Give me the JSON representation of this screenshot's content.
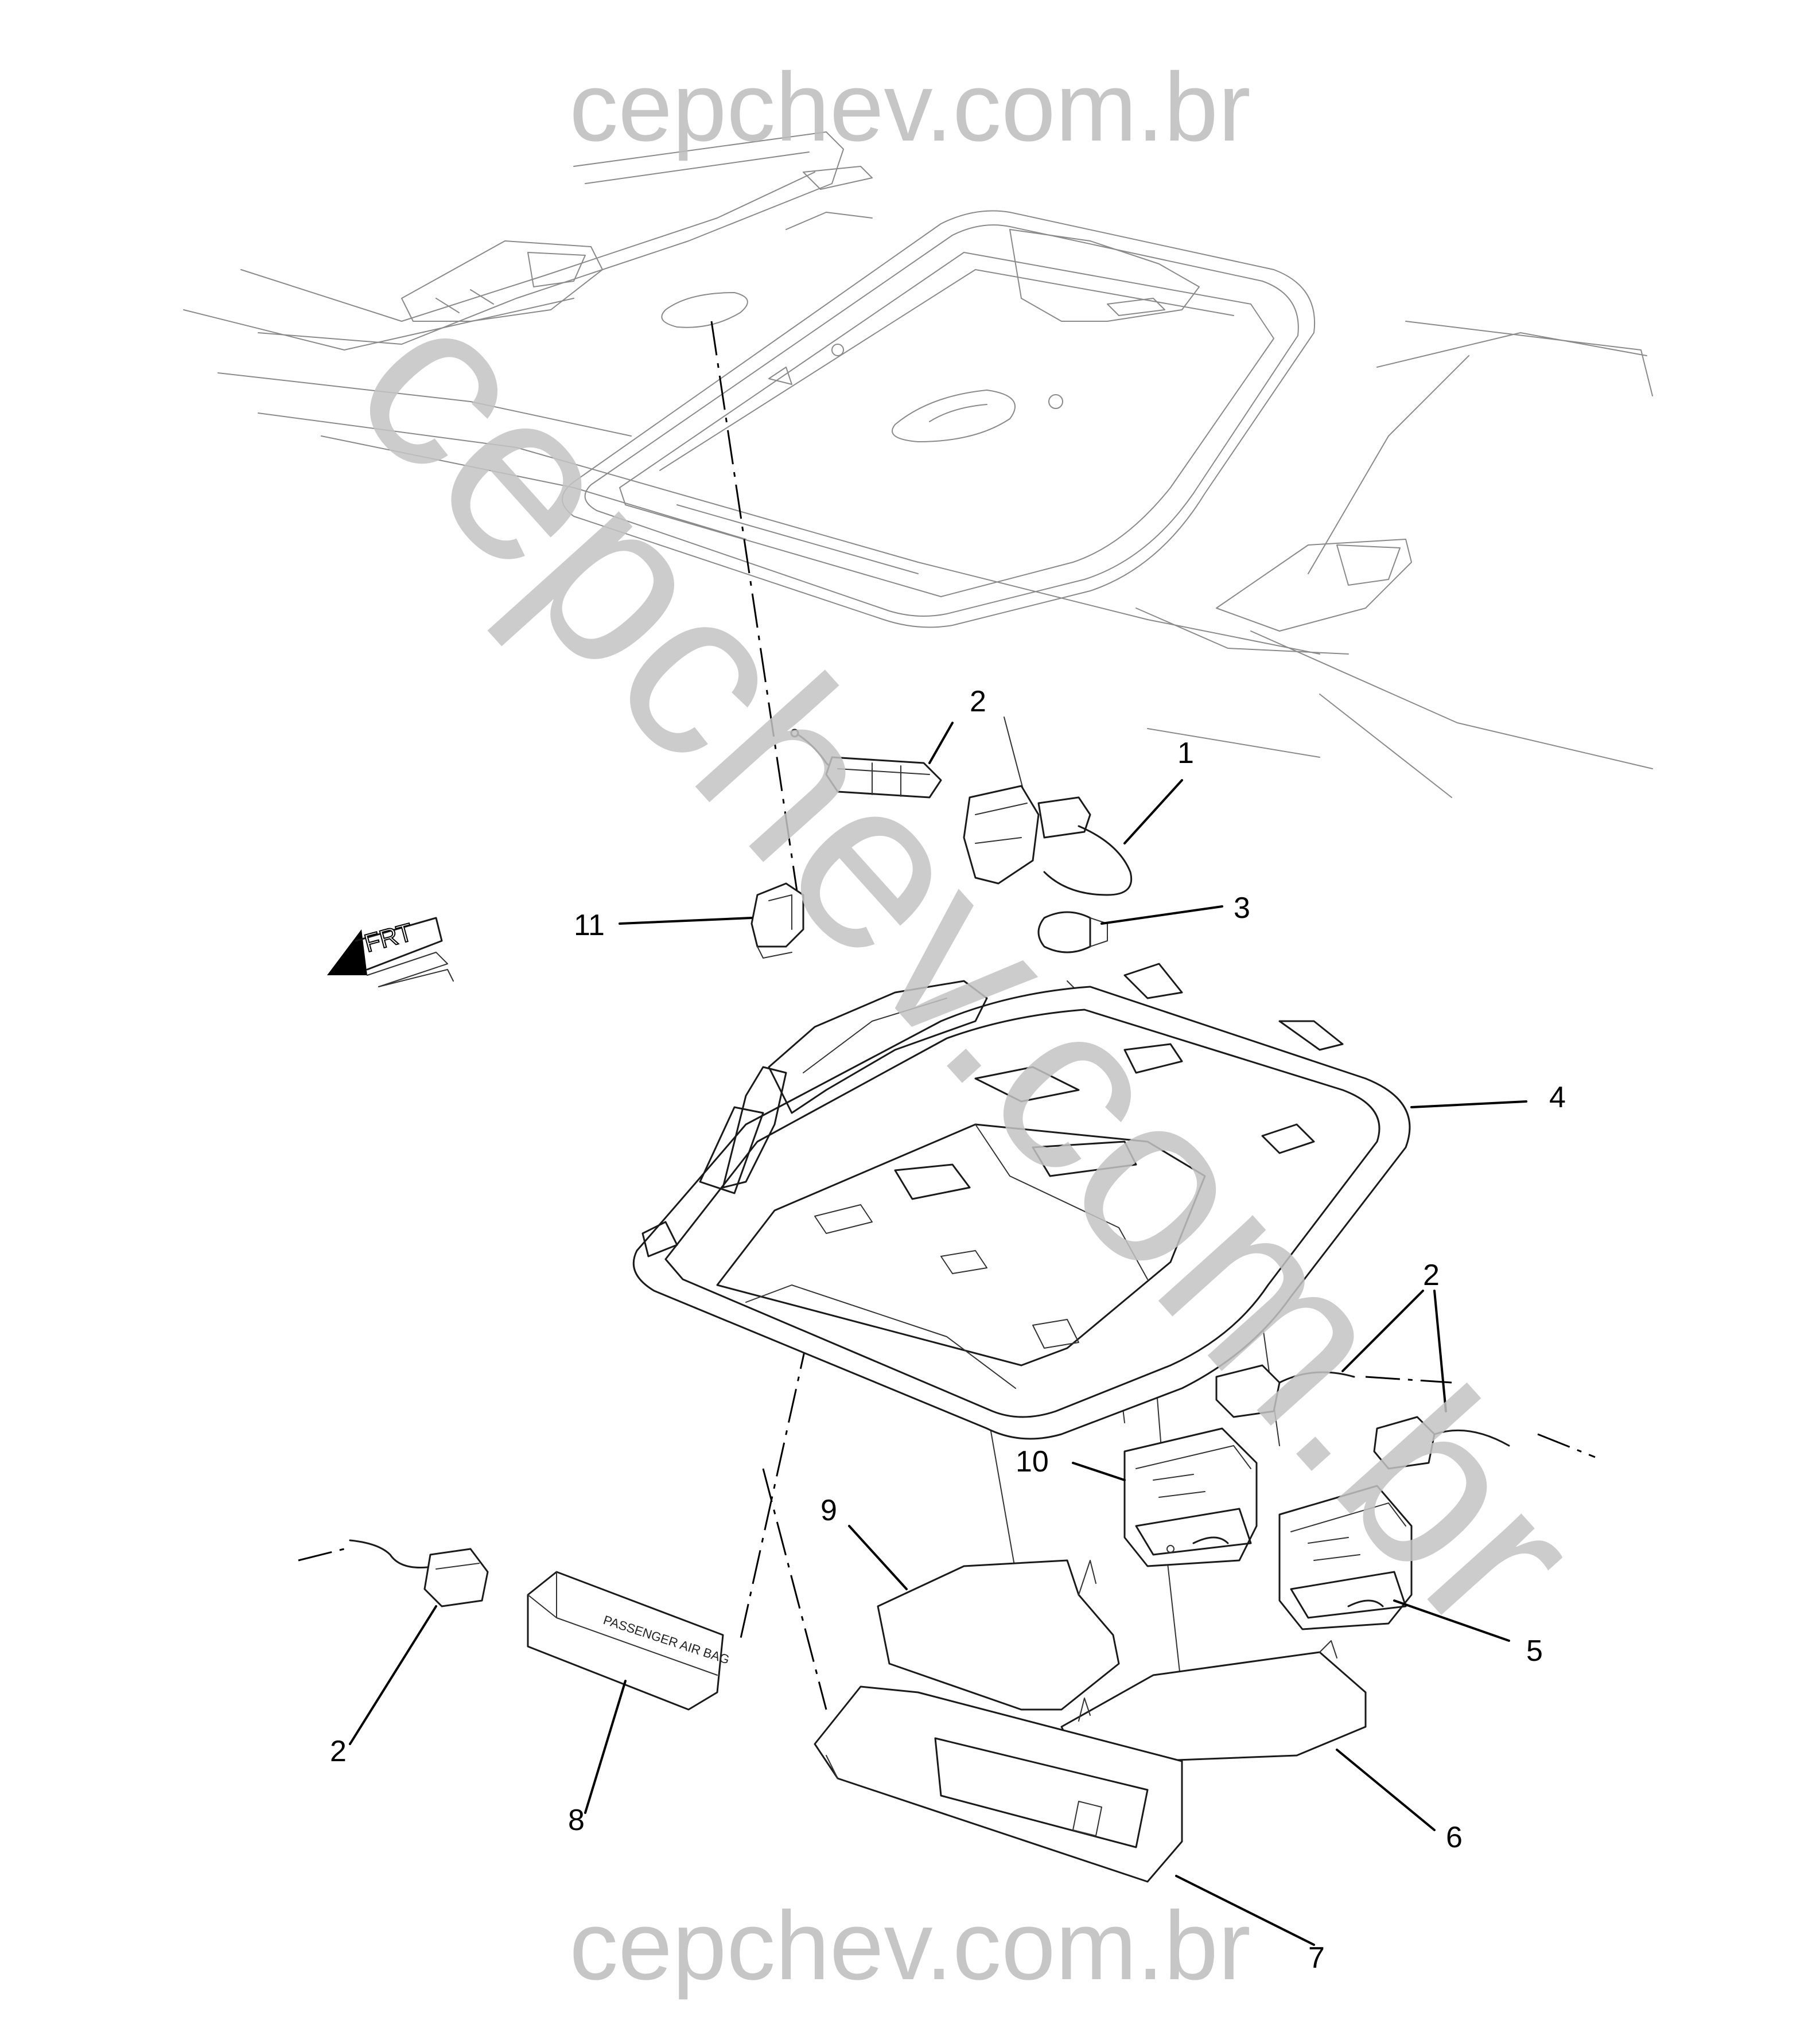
{
  "watermark": {
    "top": "cepchev.com.br",
    "bottom": "cepchev.com.br",
    "diagonal": "cepchev.com.br"
  },
  "orientation_label": "FRT",
  "part_labels": {
    "passenger_airbag_text": "PASSENGER AIR BAG"
  },
  "callouts": {
    "c1": "1",
    "c2a": "2",
    "c2b": "2",
    "c2c": "2",
    "c3": "3",
    "c4": "4",
    "c5": "5",
    "c6": "6",
    "c7": "7",
    "c8": "8",
    "c9": "9",
    "c10": "10",
    "c11": "11"
  }
}
